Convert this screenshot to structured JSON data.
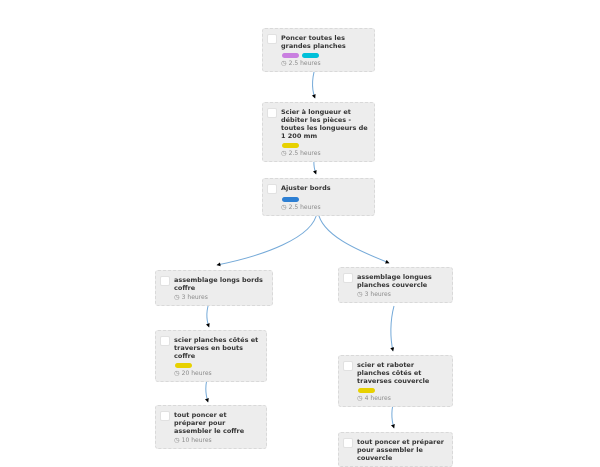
{
  "app": {
    "description": "task dependency flow diagram"
  },
  "colors": {
    "node_bg": "#ededed",
    "node_border": "#d9d9d9",
    "connector": "#74a9d8",
    "title": "#333333",
    "meta": "#8a8a8a",
    "tag_purple": "#c97fe0",
    "tag_cyan": "#00c0d9",
    "tag_yellow": "#e7d100",
    "tag_blue": "#2d7fd3"
  },
  "nodes": [
    {
      "title": "Poncer toutes les grandes planches",
      "duration": "2.5 heures",
      "tags": [
        {
          "name": "purple",
          "color": "#c97fe0"
        },
        {
          "name": "cyan",
          "color": "#00c0d9"
        }
      ]
    },
    {
      "title": "Scier à longueur et débiter les pièces - toutes les longueurs de 1 200 mm",
      "duration": "2.5 heures",
      "tags": [
        {
          "name": "yellow",
          "color": "#e7d100"
        }
      ]
    },
    {
      "title": "Ajuster bords",
      "duration": "2.5 heures",
      "tags": [
        {
          "name": "blue",
          "color": "#2d7fd3"
        }
      ]
    },
    {
      "title": "assemblage longs bords coffre",
      "duration": "3 heures",
      "tags": []
    },
    {
      "title": "assemblage longues planches couvercle",
      "duration": "3 heures",
      "tags": []
    },
    {
      "title": "scier planches côtés et traverses en bouts coffre",
      "duration": "20 heures",
      "tags": [
        {
          "name": "yellow",
          "color": "#e7d100"
        }
      ]
    },
    {
      "title": "scier et raboter planches côtés et traverses couvercle",
      "duration": "4 heures",
      "tags": [
        {
          "name": "yellow",
          "color": "#e7d100"
        }
      ]
    },
    {
      "title": "tout poncer et préparer pour assembler le coffre",
      "duration": "10 heures",
      "tags": []
    },
    {
      "title": "tout poncer et préparer pour assembler le couvercle",
      "tags": []
    }
  ],
  "edges": [
    {
      "from": 0,
      "to": 1
    },
    {
      "from": 1,
      "to": 2
    },
    {
      "from": 2,
      "to": 3
    },
    {
      "from": 2,
      "to": 4
    },
    {
      "from": 3,
      "to": 5
    },
    {
      "from": 4,
      "to": 6
    },
    {
      "from": 5,
      "to": 7
    },
    {
      "from": 6,
      "to": 8
    }
  ]
}
